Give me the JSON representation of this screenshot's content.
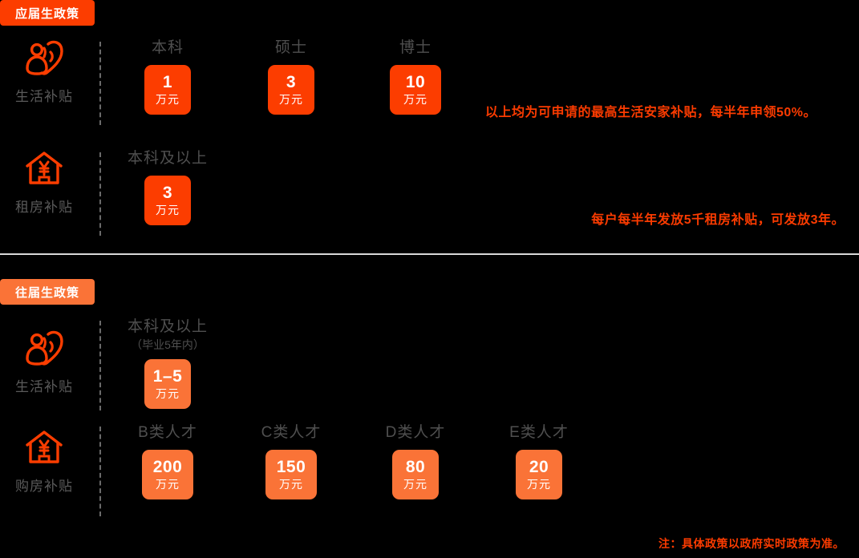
{
  "page": {
    "background_color": "#000000",
    "accent_strong": "#FC3D00",
    "accent_light": "#FA7337",
    "label_color": "#4F4F4F",
    "divider_color": "#D9D9D9"
  },
  "sections": [
    {
      "badge": "应届生政策",
      "rows": [
        {
          "category_label": "生活补贴",
          "category_icon": "heart-person-icon",
          "tiles": [
            {
              "title": "本科",
              "sub": "",
              "value": "1",
              "unit": "万元"
            },
            {
              "title": "硕士",
              "sub": "",
              "value": "3",
              "unit": "万元"
            },
            {
              "title": "博士",
              "sub": "",
              "value": "10",
              "unit": "万元"
            }
          ],
          "note": "以上均为可申请的最高生活安家补贴，每半年申领50%。"
        },
        {
          "category_label": "租房补贴",
          "category_icon": "house-yuan-icon",
          "tiles": [
            {
              "title": "本科及以上",
              "sub": "",
              "value": "3",
              "unit": "万元"
            }
          ],
          "note": "每户每半年发放5千租房补贴，可发放3年。"
        }
      ]
    },
    {
      "badge": "往届生政策",
      "rows": [
        {
          "category_label": "生活补贴",
          "category_icon": "heart-person-icon",
          "tiles": [
            {
              "title": "本科及以上",
              "sub": "（毕业5年内）",
              "value": "1–5",
              "unit": "万元"
            }
          ],
          "note": ""
        },
        {
          "category_label": "购房补贴",
          "category_icon": "house-yuan-icon",
          "tiles": [
            {
              "title": "B类人才",
              "sub": "",
              "value": "200",
              "unit": "万元"
            },
            {
              "title": "C类人才",
              "sub": "",
              "value": "150",
              "unit": "万元"
            },
            {
              "title": "D类人才",
              "sub": "",
              "value": "80",
              "unit": "万元"
            },
            {
              "title": "E类人才",
              "sub": "",
              "value": "20",
              "unit": "万元"
            }
          ],
          "note": ""
        }
      ]
    }
  ],
  "footer_note": "注：具体政策以政府实时政策为准。"
}
